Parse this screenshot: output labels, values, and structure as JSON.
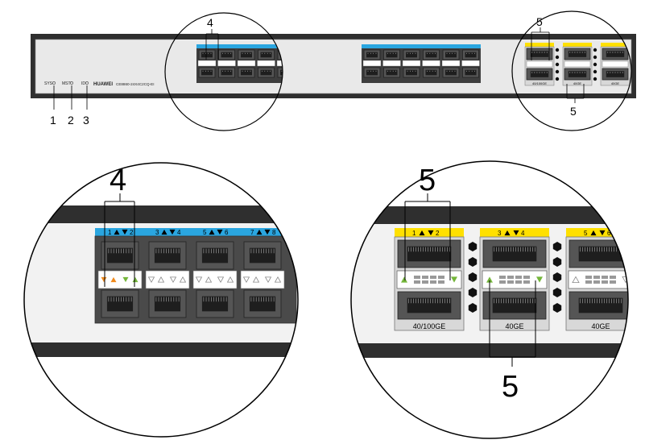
{
  "panel": {
    "model": "CE8860-24X4C2CQ-EI",
    "brand": "HUAWEI",
    "indicators": [
      {
        "label": "SYS",
        "number": "1"
      },
      {
        "label": "MST",
        "number": "2"
      },
      {
        "label": "ID",
        "number": "3"
      }
    ]
  },
  "callouts": {
    "sfp_group": "4",
    "qsfp_group": "5"
  },
  "left_zoom": {
    "port_pairs": [
      "1",
      "2",
      "3",
      "4",
      "5",
      "6",
      "7",
      "8"
    ]
  },
  "right_zoom": {
    "port_pairs": [
      "1",
      "2",
      "3",
      "4",
      "5",
      "6"
    ],
    "speed_labels": [
      "40/100GE",
      "40GE",
      "40GE"
    ]
  },
  "colors": {
    "sfp_band": "#2aa6e0",
    "qsfp_band": "#ffe000",
    "led_orange": "#f08a1c",
    "led_green": "#74b63a"
  }
}
